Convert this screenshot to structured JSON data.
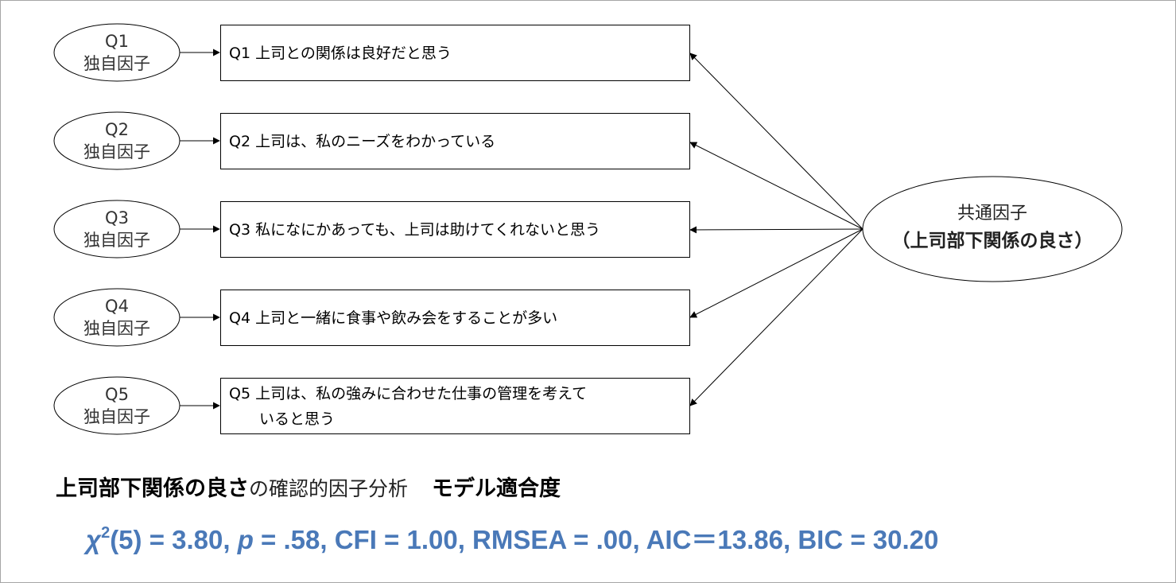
{
  "unique_factors": [
    {
      "q": "Q1",
      "label": "独自因子"
    },
    {
      "q": "Q2",
      "label": "独自因子"
    },
    {
      "q": "Q3",
      "label": "独自因子"
    },
    {
      "q": "Q4",
      "label": "独自因子"
    },
    {
      "q": "Q5",
      "label": "独自因子"
    }
  ],
  "items": [
    {
      "text": "Q1 上司との関係は良好だと思う",
      "cont": ""
    },
    {
      "text": "Q2 上司は、私のニーズをわかっている",
      "cont": ""
    },
    {
      "text": "Q3 私になにかあっても、上司は助けてくれないと思う",
      "cont": ""
    },
    {
      "text": "Q4 上司と一緒に食事や飲み会をすることが多い",
      "cont": ""
    },
    {
      "text": "Q5 上司は、私の強みに合わせた仕事の管理を考えて",
      "cont": "いると思う"
    }
  ],
  "common_factor": {
    "line1": "共通因子",
    "line2": "（上司部下関係の良さ）"
  },
  "caption": {
    "bold_part": "上司部下関係の良さ",
    "normal_part": "の確認的因子分析",
    "bold_tail": "モデル適合度"
  },
  "fit": {
    "chi": "χ",
    "sup": "2",
    "df": "(5)",
    "chi_value": " = 3.80, ",
    "p_symbol": "p",
    "p_value": " = .58, CFI = 1.00, RMSEA = .00, AIC＝13.86, BIC = 30.20"
  },
  "colors": {
    "fit_text": "#4a79b8",
    "border": "#a6a6a6",
    "stroke": "#000000"
  }
}
